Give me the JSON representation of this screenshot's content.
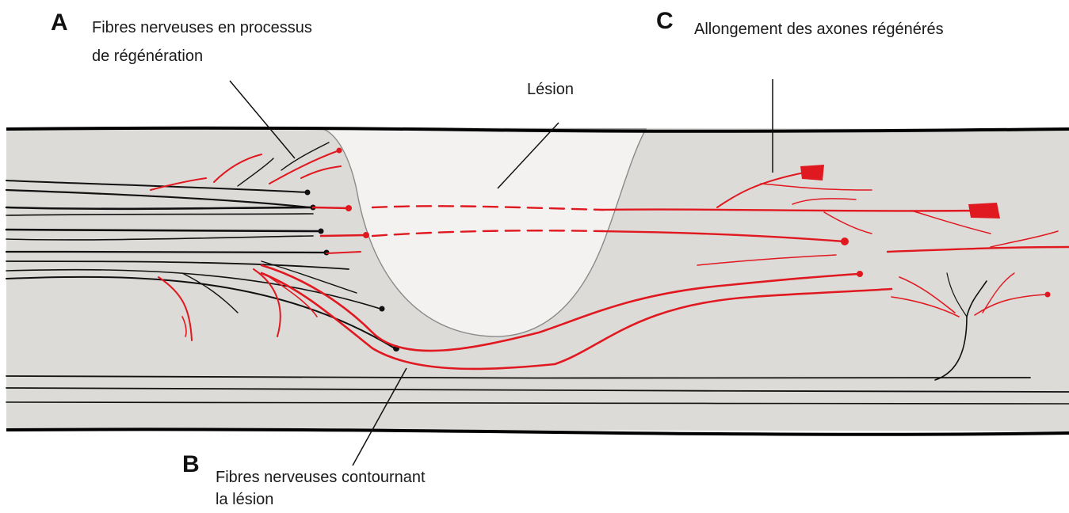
{
  "labels": {
    "a": {
      "letter": "A",
      "line1": "Fibres nerveuses en processus",
      "line2": "de régénération"
    },
    "b": {
      "letter": "B",
      "line1": "Fibres nerveuses contournant",
      "line2": "la lésion"
    },
    "c": {
      "letter": "C",
      "line1": "Allongement des axones régénérés"
    },
    "lesion": "Lésion"
  },
  "colors": {
    "tissue": "#dddbd8",
    "lesion": "#f3f2f1",
    "fiber_intact": "#111111",
    "fiber_regenerating": "#e0181f",
    "outline": "#000000"
  }
}
